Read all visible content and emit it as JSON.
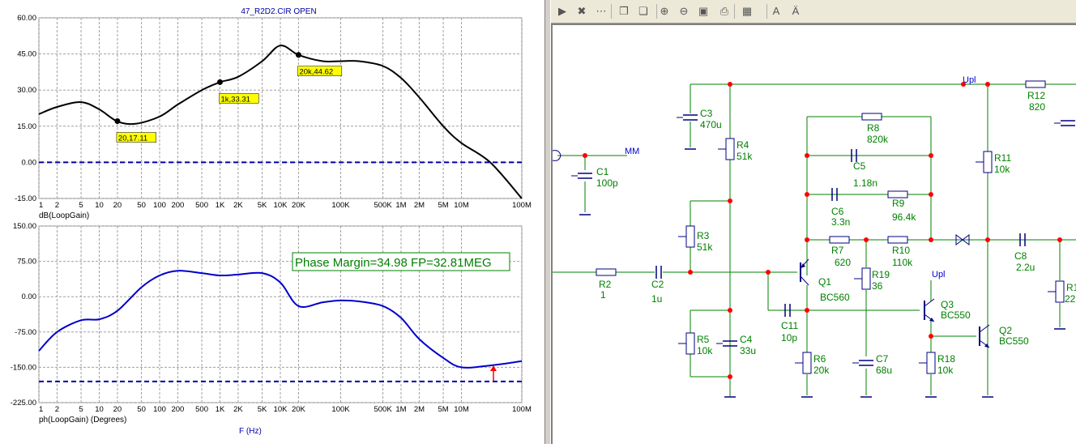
{
  "bode": {
    "title": "47_R2D2.CIR OPEN",
    "freq_label": "F (Hz)",
    "x_ticks": [
      "1",
      "2",
      "5",
      "10",
      "20",
      "50",
      "100",
      "200",
      "500",
      "1K",
      "2K",
      "5K",
      "10K",
      "20K",
      "100K",
      "500K",
      "1M",
      "2M",
      "5M",
      "10M",
      "100M"
    ],
    "top": {
      "ylabel": "dB(LoopGain)",
      "y_ticks": [
        "60.00",
        "45.00",
        "30.00",
        "15.00",
        "0.00",
        "-15.00"
      ],
      "markers": [
        "20,17.11",
        "1k,33.31",
        "20k,44.62"
      ]
    },
    "bottom": {
      "ylabel": "ph(LoopGain) (Degrees)",
      "y_ticks": [
        "150.00",
        "75.00",
        "0.00",
        "-75.00",
        "-150.00",
        "-225.00"
      ],
      "annotation": "Phase Margin=34.98 FP=32.81MEG"
    },
    "colors": {
      "gain": "#000000",
      "phase": "#0000cc",
      "marker_bg": "#ffff00",
      "annotation": "#008000"
    }
  },
  "chart_data": [
    {
      "type": "line",
      "title": "47_R2D2.CIR OPEN",
      "xlabel": "F (Hz)",
      "ylabel": "dB(LoopGain)",
      "x_scale": "log",
      "xlim": [
        1,
        100000000
      ],
      "ylim": [
        -15,
        60
      ],
      "grid": true,
      "series": [
        {
          "name": "dB(LoopGain)",
          "x": [
            1,
            2,
            5,
            10,
            20,
            40,
            100,
            200,
            500,
            1000,
            2000,
            5000,
            10000,
            20000,
            50000,
            100000,
            200000,
            500000,
            1000000,
            2000000,
            5000000,
            10000000,
            30000000,
            100000000
          ],
          "y": [
            20,
            23,
            25,
            22,
            17,
            16,
            19,
            24,
            30,
            33.3,
            35.5,
            42,
            48.5,
            44.6,
            42,
            42,
            42,
            40,
            35,
            27,
            15,
            8,
            0,
            -15
          ]
        },
        {
          "name": "reference",
          "x": [
            1,
            100000000
          ],
          "y": [
            0,
            0
          ]
        }
      ],
      "annotations": [
        "20,17.11",
        "1k,33.31",
        "20k,44.62"
      ]
    },
    {
      "type": "line",
      "xlabel": "F (Hz)",
      "ylabel": "ph(LoopGain) (Degrees)",
      "x_scale": "log",
      "xlim": [
        1,
        100000000
      ],
      "ylim": [
        -225,
        150
      ],
      "grid": true,
      "series": [
        {
          "name": "ph(LoopGain)",
          "x": [
            1,
            2,
            5,
            10,
            20,
            50,
            100,
            200,
            500,
            1000,
            2000,
            5000,
            10000,
            20000,
            50000,
            100000,
            200000,
            500000,
            1000000,
            2000000,
            5000000,
            10000000,
            30000000,
            100000000
          ],
          "y": [
            -115,
            -75,
            -50,
            -48,
            -30,
            20,
            45,
            55,
            50,
            45,
            47,
            50,
            30,
            -20,
            -12,
            -8,
            -10,
            -20,
            -45,
            -90,
            -130,
            -150,
            -146,
            -137
          ]
        },
        {
          "name": "reference",
          "x": [
            1,
            100000000
          ],
          "y": [
            -180,
            -180
          ]
        }
      ],
      "annotations": [
        "Phase Margin=34.98 FP=32.81MEG"
      ]
    }
  ],
  "toolbar": {
    "icons": [
      "run-icon",
      "stop-icon",
      "more-icon",
      "copy-icon",
      "paste-icon",
      "zoom-in-icon",
      "zoom-out-icon",
      "zoom-fit-icon",
      "print-icon",
      "grid-icon",
      "font-icon",
      "text-style-icon"
    ],
    "glyphs": [
      "▶",
      "✖",
      "⋯",
      "❐",
      "❏",
      "⊕",
      "⊖",
      "▣",
      "⎙",
      "▦",
      "A",
      "Ä"
    ]
  },
  "schematic": {
    "colors": {
      "wire": "#008000",
      "component": "#000080",
      "node": "#ff0000",
      "label": "#008000",
      "netlabel": "#0000cc"
    },
    "net_labels": [
      "MM",
      "Upl",
      "Upl"
    ],
    "parts": [
      {
        "ref": "C3",
        "value": "470u"
      },
      {
        "ref": "R4",
        "value": "51k"
      },
      {
        "ref": "C1",
        "value": "100p"
      },
      {
        "ref": "R3",
        "value": "51k"
      },
      {
        "ref": "R2",
        "value": "1"
      },
      {
        "ref": "C2",
        "value": "1u"
      },
      {
        "ref": "R5",
        "value": "10k"
      },
      {
        "ref": "C4",
        "value": "33u"
      },
      {
        "ref": "R8",
        "value": "820k"
      },
      {
        "ref": "C5",
        "value": "1.18n"
      },
      {
        "ref": "C6",
        "value": "3.3n"
      },
      {
        "ref": "R9",
        "value": "96.4k"
      },
      {
        "ref": "R7",
        "value": "620"
      },
      {
        "ref": "R10",
        "value": "110k"
      },
      {
        "ref": "R19",
        "value": "36"
      },
      {
        "ref": "C11",
        "value": "10p"
      },
      {
        "ref": "R6",
        "value": "20k"
      },
      {
        "ref": "C7",
        "value": "68u"
      },
      {
        "ref": "R18",
        "value": "10k"
      },
      {
        "ref": "Q1",
        "value": "BC560"
      },
      {
        "ref": "Q3",
        "value": "BC550"
      },
      {
        "ref": "Q2",
        "value": "BC550"
      },
      {
        "ref": "R11",
        "value": "10k"
      },
      {
        "ref": "R12",
        "value": "820"
      },
      {
        "ref": "C8",
        "value": "2.2u"
      },
      {
        "ref": "R1",
        "value": "22"
      }
    ]
  }
}
